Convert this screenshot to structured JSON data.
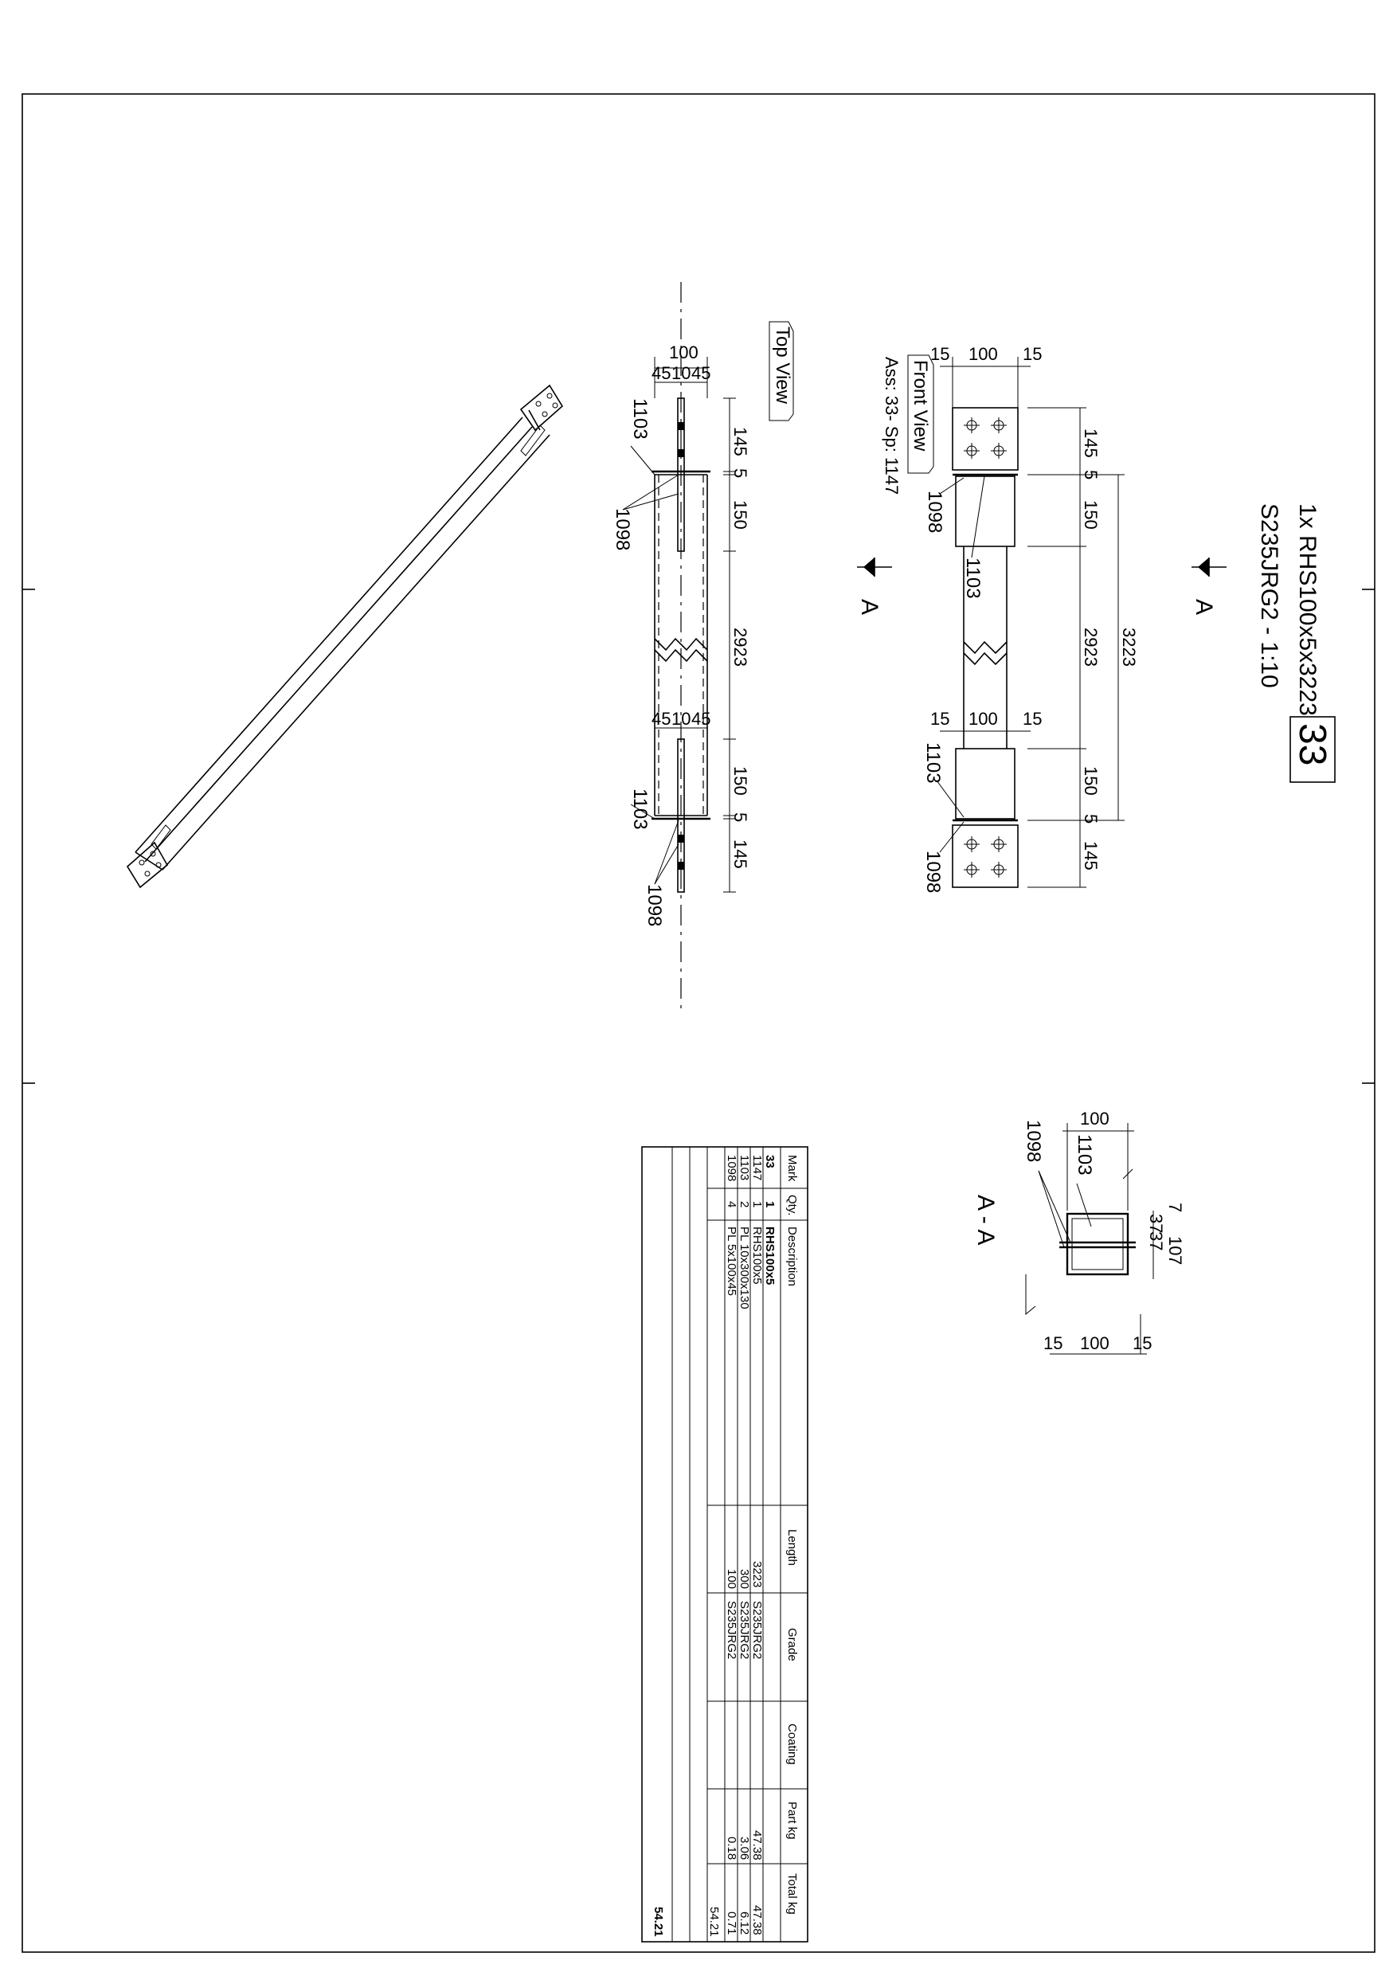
{
  "title": {
    "mark": "33",
    "line1": "1x RHS100x5x3223",
    "line2": "S235JRG2 - 1:10"
  },
  "views": {
    "top_view": "Top View",
    "front_view": "Front View",
    "ass_line": "Ass: 33- Sp: 1147",
    "section_letter": "A",
    "section_title": "A - A"
  },
  "dimensions": {
    "d100": "100",
    "d15": "15",
    "d45": "45",
    "d10": "10",
    "d145": "145",
    "d5": "5",
    "d150": "150",
    "d2923": "2923",
    "d3223": "3223",
    "d7": "7",
    "d37": "37"
  },
  "part_marks": {
    "plate_end": "1103",
    "plate_fin": "1098"
  },
  "table": {
    "headers": [
      "Mark",
      "Qty.",
      "Description",
      "Length",
      "Grade",
      "Coating",
      "Part kg",
      "Total kg"
    ],
    "rows": [
      [
        "33",
        "1",
        "RHS100x5",
        "",
        "",
        "",
        "",
        ""
      ],
      [
        "1147",
        "1",
        "RHS100x5",
        "3223",
        "S235JRG2",
        "",
        "47.38",
        "47.38"
      ],
      [
        "1103",
        "2",
        "PL 10x300x130",
        "300",
        "S235JRG2",
        "",
        "3.06",
        "6.12"
      ],
      [
        "1098",
        "4",
        "PL 5x100x45",
        "100",
        "S235JRG2",
        "",
        "0.18",
        "0.71"
      ]
    ],
    "subtotal": "54.21",
    "total": "54.21"
  }
}
